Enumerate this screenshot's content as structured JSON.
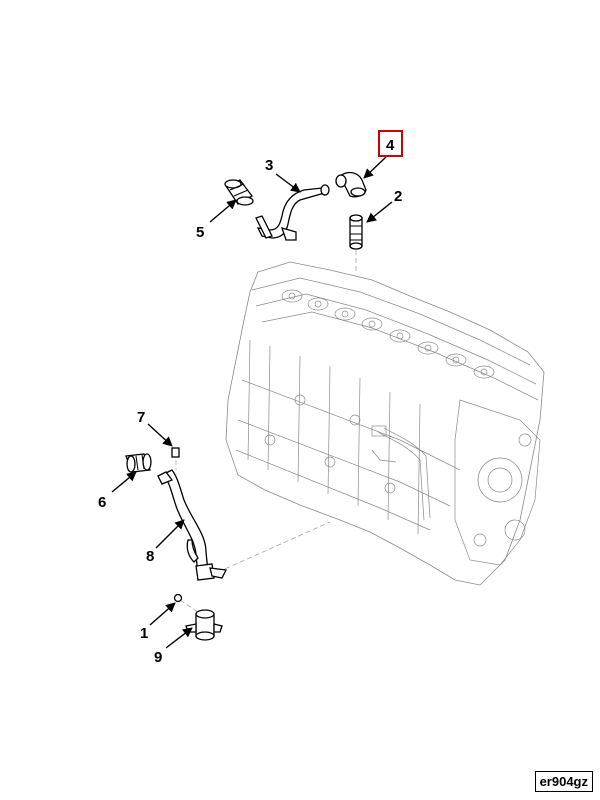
{
  "callouts": {
    "c1": "1",
    "c2": "2",
    "c3": "3",
    "c4": "4",
    "c5": "5",
    "c6": "6",
    "c7": "7",
    "c8": "8",
    "c9": "9"
  },
  "highlighted_callout": "4",
  "highlight_color": "#d00000",
  "reference_code": "er904gz"
}
